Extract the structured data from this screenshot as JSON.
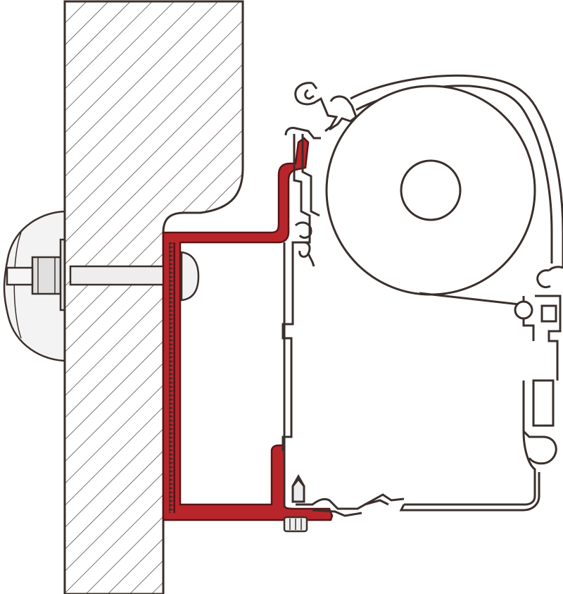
{
  "diagram": {
    "colors": {
      "outline": "#3a2f2b",
      "bracket_fill": "#b8262c",
      "bracket_stroke": "#5a1416",
      "hatch": "#5b504b",
      "wall_fill": "#ffffff",
      "grey_fill": "#e9e9ea",
      "background": "#ffffff"
    },
    "components": [
      "wall-section",
      "mounting-bolt",
      "adapter-bracket",
      "awning-rail-profile",
      "awning-roller",
      "awning-cassette-housing"
    ]
  }
}
